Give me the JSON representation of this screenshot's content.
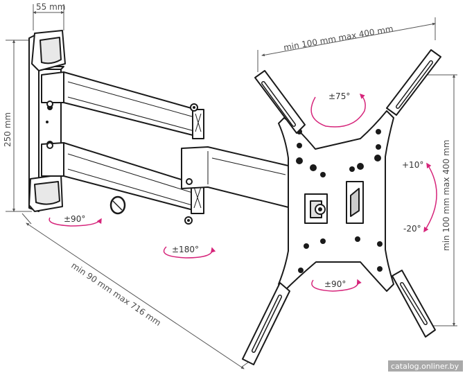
{
  "dimensions": {
    "arm_width": "55 mm",
    "height": "250 mm",
    "vesa_horizontal": "min 100 mm max 400 mm",
    "vesa_vertical": "min 100 mm max 400 mm",
    "extension": "min 90 mm max 716 mm"
  },
  "angles": {
    "wall_swivel": "±90°",
    "arm_swivel": "±180°",
    "plate_swivel": "±90°",
    "rotation": "±75°",
    "tilt_up": "+10°",
    "tilt_down": "-20°"
  },
  "watermark": "catalog.onliner.by",
  "colors": {
    "arrow": "#d6247a",
    "line": "#1a1a1a",
    "dimension": "#555555"
  }
}
